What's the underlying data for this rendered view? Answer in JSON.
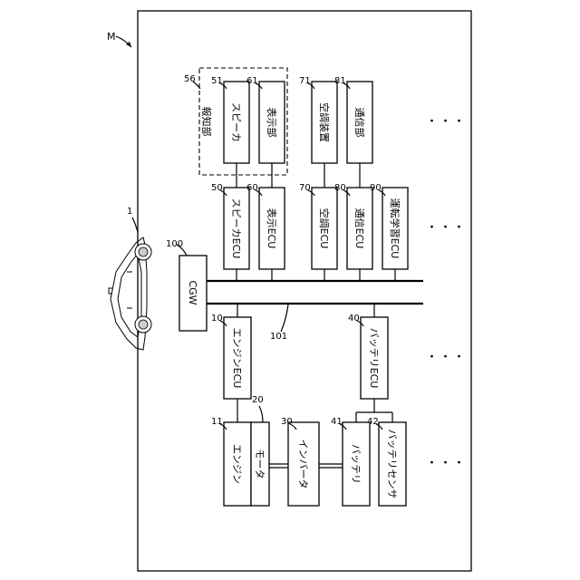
{
  "figure": {
    "system_label": "M",
    "vehicle_ref": "1",
    "ellipsis": "・・・",
    "cgw": {
      "ref": "100",
      "label": "CGW"
    },
    "bus_ref": "101",
    "notification": {
      "ref": "56",
      "label": "報知部"
    },
    "devices_top": [
      {
        "ref": "51",
        "label": "スピーカ"
      },
      {
        "ref": "61",
        "label": "表示部"
      },
      {
        "ref": "71",
        "label": "空調装置"
      },
      {
        "ref": "81",
        "label": "通信部"
      }
    ],
    "ecus_top": [
      {
        "ref": "50",
        "label": "スピーカECU"
      },
      {
        "ref": "60",
        "label": "表示ECU"
      },
      {
        "ref": "70",
        "label": "空調ECU"
      },
      {
        "ref": "80",
        "label": "通信ECU"
      },
      {
        "ref": "90",
        "label": "運転学習ECU"
      }
    ],
    "ecus_bottom": [
      {
        "ref": "10",
        "label": "エンジンECU"
      },
      {
        "ref": "40",
        "label": "バッテリECU"
      }
    ],
    "devices_bottom": [
      {
        "ref": "11",
        "label": "エンジン"
      },
      {
        "ref": "20",
        "label": "モータ"
      },
      {
        "ref": "30",
        "label": "インバータ"
      },
      {
        "ref": "41",
        "label": "バッテリ"
      },
      {
        "ref": "42",
        "label": "バッテリセンサ"
      }
    ]
  }
}
